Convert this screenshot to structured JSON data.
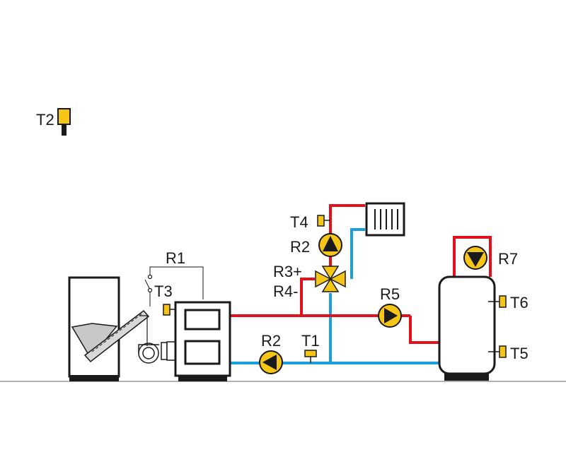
{
  "labels": {
    "t2": "T2",
    "r1": "R1",
    "t3": "T3",
    "t4": "T4",
    "r2_top": "R2",
    "r3": "R3+",
    "r4": "R4-",
    "r5": "R5",
    "r2_bottom": "R2",
    "t1": "T1",
    "r7": "R7",
    "t6": "T6",
    "t5": "T5"
  },
  "colors": {
    "hot": "#e3101b",
    "cold": "#1b9fdc",
    "sensor": "#f5c518",
    "outline": "#1a1a1a",
    "ground": "#999999",
    "pellet": "#c8c8c8"
  }
}
